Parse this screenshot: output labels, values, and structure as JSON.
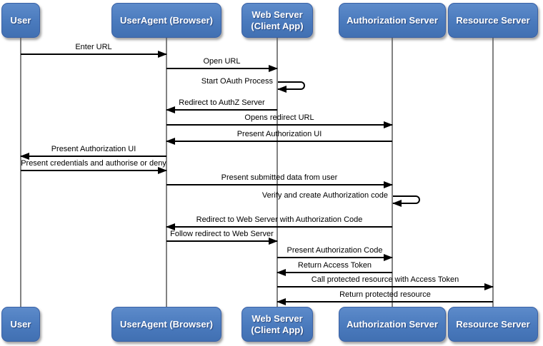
{
  "diagram": {
    "kind": "sequence-diagram",
    "colors": {
      "background": "#ffffff",
      "actor_fill": "#4a7abd",
      "actor_border": "#3a61a5",
      "actor_text": "#ffffff",
      "lifeline": "#828282",
      "arrow": "#000000",
      "label_text": "#000000"
    },
    "actors": [
      {
        "id": "user",
        "label": "User"
      },
      {
        "id": "useragent",
        "label": "UserAgent (Browser)"
      },
      {
        "id": "webserver",
        "label": "Web Server\n(Client App)"
      },
      {
        "id": "authserver",
        "label": "Authorization Server"
      },
      {
        "id": "resourceserver",
        "label": "Resource Server"
      }
    ],
    "messages": [
      {
        "label": "Enter URL",
        "from": "User",
        "to": "UserAgent (Browser)",
        "kind": "arrow",
        "direction": "right"
      },
      {
        "label": "Open URL",
        "from": "UserAgent (Browser)",
        "to": "Web Server (Client App)",
        "kind": "arrow",
        "direction": "right"
      },
      {
        "label": "Start OAuth Process",
        "from": "Web Server (Client App)",
        "to": "Web Server (Client App)",
        "kind": "self",
        "direction": "self"
      },
      {
        "label": "Redirect to AuthZ Server",
        "from": "Web Server (Client App)",
        "to": "UserAgent (Browser)",
        "kind": "arrow",
        "direction": "left"
      },
      {
        "label": "Opens redirect URL",
        "from": "UserAgent (Browser)",
        "to": "Authorization Server",
        "kind": "arrow",
        "direction": "right"
      },
      {
        "label": "Present Authorization UI",
        "from": "Authorization Server",
        "to": "UserAgent (Browser)",
        "kind": "arrow",
        "direction": "left"
      },
      {
        "label": "Present Authorization UI",
        "from": "UserAgent (Browser)",
        "to": "User",
        "kind": "arrow",
        "direction": "left"
      },
      {
        "label": "Present credentials and authorise or deny",
        "from": "User",
        "to": "UserAgent (Browser)",
        "kind": "arrow",
        "direction": "right"
      },
      {
        "label": "Present submitted data from user",
        "from": "UserAgent (Browser)",
        "to": "Authorization Server",
        "kind": "arrow",
        "direction": "right"
      },
      {
        "label": "Verify and create Authorization code",
        "from": "Authorization Server",
        "to": "Authorization Server",
        "kind": "self",
        "direction": "self"
      },
      {
        "label": "Redirect to Web Server with Authorization Code",
        "from": "Authorization Server",
        "to": "UserAgent (Browser)",
        "kind": "arrow",
        "direction": "left"
      },
      {
        "label": "Follow redirect to Web Server",
        "from": "UserAgent (Browser)",
        "to": "Web Server (Client App)",
        "kind": "arrow",
        "direction": "right"
      },
      {
        "label": "Present Authorization Code",
        "from": "Web Server (Client App)",
        "to": "Authorization Server",
        "kind": "arrow",
        "direction": "right"
      },
      {
        "label": "Return Access Token",
        "from": "Authorization Server",
        "to": "Web Server (Client App)",
        "kind": "arrow",
        "direction": "left"
      },
      {
        "label": "Call protected resource with Access Token",
        "from": "Web Server (Client App)",
        "to": "Resource Server",
        "kind": "arrow",
        "direction": "right"
      },
      {
        "label": "Return protected resource",
        "from": "Resource Server",
        "to": "Web Server (Client App)",
        "kind": "arrow",
        "direction": "left"
      }
    ]
  }
}
